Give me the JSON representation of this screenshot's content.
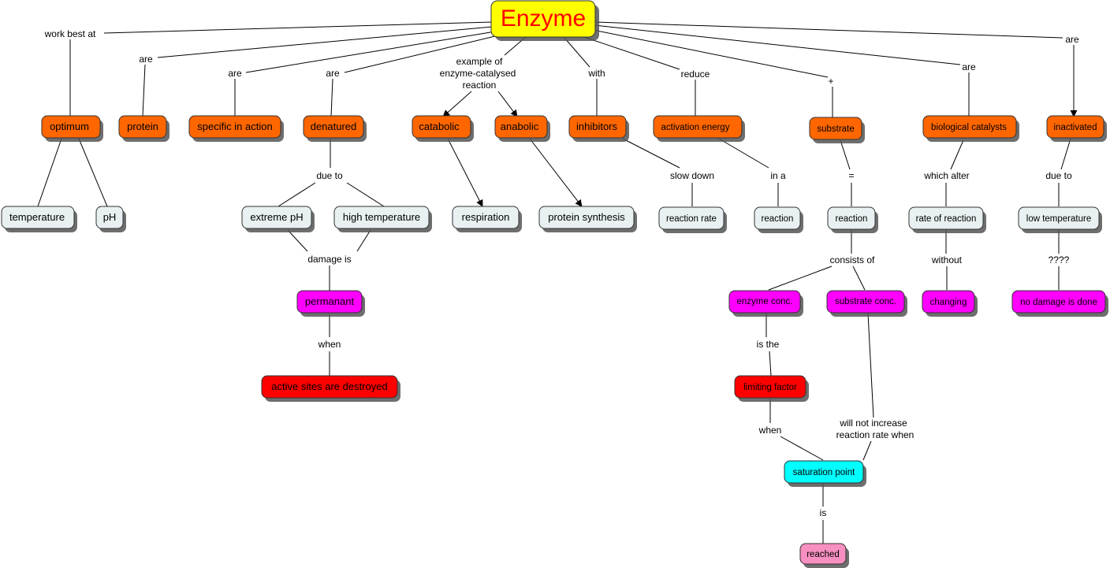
{
  "colors": {
    "title": "#ffff00",
    "title_text": "#ff0000",
    "orange": "#ff6600",
    "white": "#e8f0f2",
    "magenta": "#ff00ff",
    "red": "#ff0000",
    "cyan": "#00ffff",
    "pink": "#f78fc1"
  },
  "concepts": {
    "enzyme": "Enzyme",
    "optimum": "optimum",
    "protein": "protein",
    "specific": "specific in action",
    "denatured": "denatured",
    "catabolic": "catabolic",
    "anabolic": "anabolic",
    "inhibitors": "inhibitors",
    "activation": "activation energy",
    "substrate": "substrate",
    "biocat": "biological catalysts",
    "inactivated": "inactivated",
    "temperature": "temperature",
    "ph": "pH",
    "extreme_ph": "extreme pH",
    "high_temp": "high temperature",
    "respiration": "respiration",
    "protein_synth": "protein synthesis",
    "reaction_rate": "reaction rate",
    "reaction_a": "reaction",
    "reaction_b": "reaction",
    "rate_reaction": "rate of reaction",
    "low_temp": "low temperature",
    "permanant": "permanant",
    "enzyme_conc": "enzyme conc.",
    "substrate_conc": "substrate conc.",
    "changing": "changing",
    "no_damage": "no damage is done",
    "active_sites": "active sites are destroyed",
    "limiting": "limiting factor",
    "saturation": "saturation point",
    "reached": "reached"
  },
  "links": {
    "work_best_at": "work best at",
    "are_protein": "are",
    "are_specific": "are",
    "are_denatured": "are",
    "example_1": "example of",
    "example_2": "enzyme-catalysed",
    "example_3": "reaction",
    "with": "with",
    "reduce": "reduce",
    "plus": "+",
    "are_biocat": "are",
    "are_inactivated": "are",
    "due_to_denatured": "due to",
    "slow_down": "slow down",
    "in_a": "in a",
    "equals": "=",
    "which_alter": "which alter",
    "due_to_inactivated": "due to",
    "damage_is": "damage is",
    "consists_of": "consists of",
    "without": "without",
    "question": "????",
    "when_perm": "when",
    "is_the": "is the",
    "will_not_1": "will not increase",
    "will_not_2": "reaction rate when",
    "when_limiting": "when",
    "is": "is"
  }
}
